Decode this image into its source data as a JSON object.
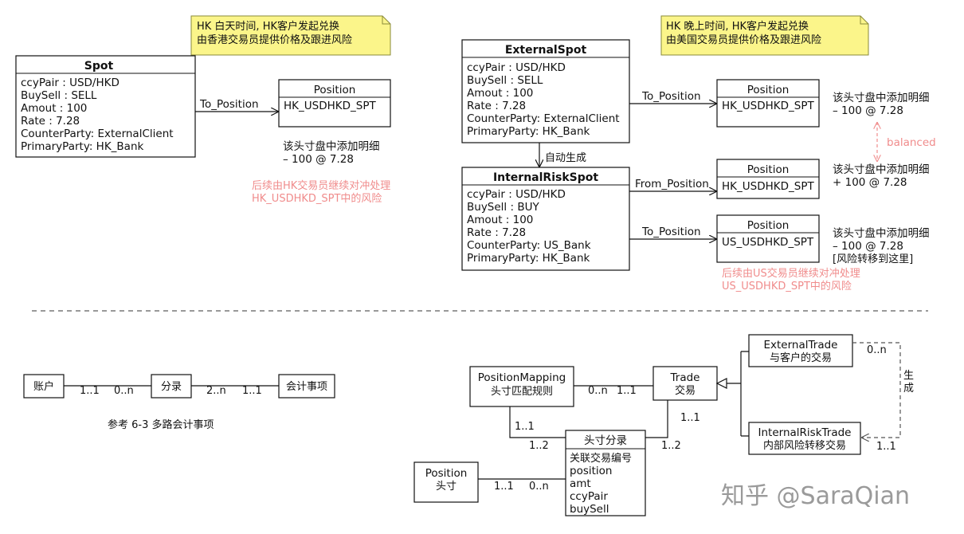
{
  "colors": {
    "note_fill": "#fbf58a",
    "note_stroke": "#8a8a3a",
    "pink": "#f08c8c",
    "line": "#111111",
    "dashed": "#555555",
    "watermark": "#9a9a9a"
  },
  "notes": {
    "hk_day": [
      "HK 白天时间, HK客户发起兑换",
      "由香港交易员提供价格及跟进风险"
    ],
    "hk_night": [
      "HK 晚上时间, HK客户发起兑换",
      "由美国交易员提供价格及跟进风险"
    ]
  },
  "spot": {
    "title": "Spot",
    "fields": [
      "ccyPair : USD/HKD",
      "BuySell :  SELL",
      "Amout :  100",
      "Rate : 7.28",
      "CounterParty: ExternalClient",
      "PrimaryParty: HK_Bank"
    ]
  },
  "spot_link": {
    "label": "To_Position"
  },
  "spot_position": {
    "title": "Position",
    "value": "HK_USDHKD_SPT"
  },
  "spot_position_note": [
    "该头寸盘中添加明细",
    "– 100 @ 7.28"
  ],
  "spot_pink_note": [
    "后续由HK交易员继续对冲处理",
    "HK_USDHKD_SPT中的风险"
  ],
  "external_spot": {
    "title": "ExternalSpot",
    "fields": [
      "ccyPair : USD/HKD",
      "BuySell :  SELL",
      "Amout :  100",
      "Rate : 7.28",
      "CounterParty: ExternalClient",
      "PrimaryParty: HK_Bank"
    ]
  },
  "auto_generated": "自动生成",
  "internal_risk_spot": {
    "title": "InternalRiskSpot",
    "fields": [
      "ccyPair : USD/HKD",
      "BuySell :  BUY",
      "Amout :  100",
      "Rate : 7.28",
      "CounterParty: US_Bank",
      "PrimaryParty: HK_Bank"
    ]
  },
  "right_links": {
    "to1": "To_Position",
    "from": "From_Position",
    "to2": "To_Position"
  },
  "right_positions": [
    {
      "title": "Position",
      "value": "HK_USDHKD_SPT"
    },
    {
      "title": "Position",
      "value": "HK_USDHKD_SPT"
    },
    {
      "title": "Position",
      "value": "US_USDHKD_SPT"
    }
  ],
  "right_notes": [
    [
      "该头寸盘中添加明细",
      "– 100 @ 7.28"
    ],
    [
      "该头寸盘中添加明细",
      "+ 100 @ 7.28"
    ],
    [
      "该头寸盘中添加明细",
      "– 100 @ 7.28",
      "[风险转移到这里]"
    ]
  ],
  "balanced": "balanced",
  "right_pink_note": [
    "后续由US交易员继续对冲处理",
    "US_USDHKD_SPT中的风险"
  ],
  "accounting": {
    "account": "账户",
    "entry": "分录",
    "event": "会计事项",
    "m1": "1..1",
    "m2": "0..n",
    "m3": "2..n",
    "m4": "1..1",
    "caption": "参考 6-3 多路会计事项"
  },
  "model": {
    "position_mapping": [
      "PositionMapping",
      "头寸匹配规则"
    ],
    "trade": [
      "Trade",
      "交易"
    ],
    "external_trade": [
      "ExternalTrade",
      "与客户的交易"
    ],
    "internal_risk_trade": [
      "InternalRiskTrade",
      "内部风险转移交易"
    ],
    "position_entry": {
      "title": "头寸分录",
      "fields": [
        "关联交易编号",
        "position",
        "amt",
        "ccyPair",
        "buySell"
      ]
    },
    "position": [
      "Position",
      "头寸"
    ],
    "gen": [
      "生",
      "成"
    ],
    "m_pm_trade_left": "0..n",
    "m_pm_trade_right": "1..1",
    "m_ext_gen": "0..n",
    "m_int_gen": "1..1",
    "m_pm_entry_top": "1..1",
    "m_pm_entry_bottom": "1..2",
    "m_trade_entry_top": "1..1",
    "m_trade_entry_bottom": "1..2",
    "m_pos_left": "1..1",
    "m_pos_right": "0..n"
  },
  "watermark": "知乎 @SaraQian"
}
